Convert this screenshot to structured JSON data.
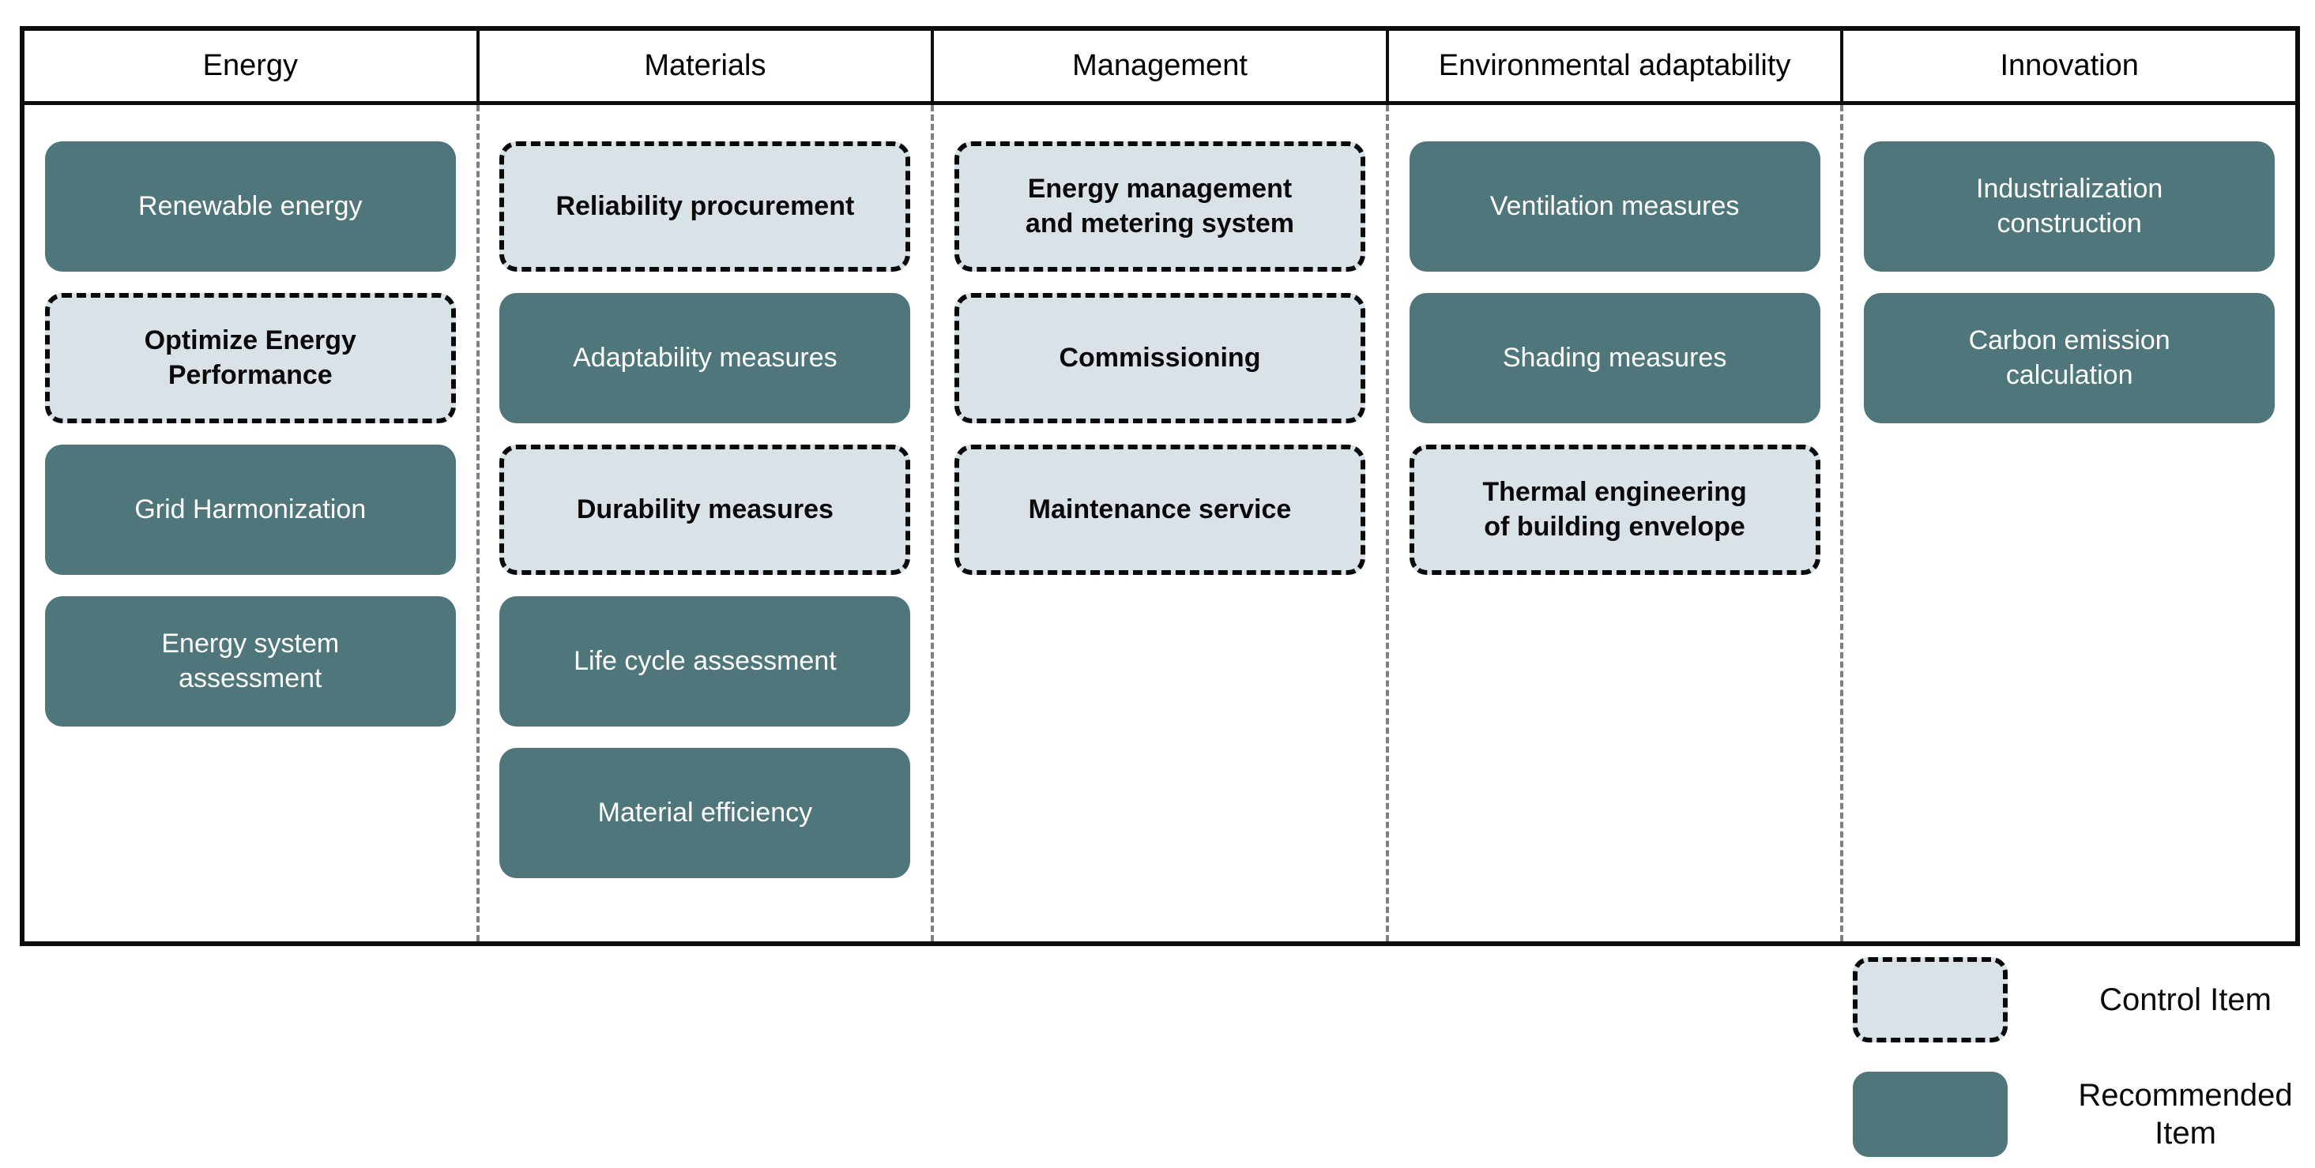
{
  "colors": {
    "recommended_fill": "#4f767b",
    "control_fill": "#d8e2e7",
    "table_border": "#0d0d0d",
    "column_separator": "#7f7f7f",
    "recommended_text": "#ffffff",
    "control_text": "#0a0a0a"
  },
  "table": {
    "columns": [
      {
        "header": "Energy",
        "boxes": [
          {
            "label": "Renewable energy",
            "type": "recommended"
          },
          {
            "label": "Optimize Energy\nPerformance",
            "type": "control"
          },
          {
            "label": "Grid Harmonization",
            "type": "recommended"
          },
          {
            "label": "Energy system\nassessment",
            "type": "recommended"
          }
        ]
      },
      {
        "header": "Materials",
        "boxes": [
          {
            "label": "Reliability procurement",
            "type": "control"
          },
          {
            "label": "Adaptability measures",
            "type": "recommended"
          },
          {
            "label": "Durability measures",
            "type": "control"
          },
          {
            "label": "Life cycle assessment",
            "type": "recommended"
          },
          {
            "label": "Material efficiency",
            "type": "recommended"
          }
        ]
      },
      {
        "header": "Management",
        "boxes": [
          {
            "label": "Energy management\nand metering system",
            "type": "control"
          },
          {
            "label": "Commissioning",
            "type": "control"
          },
          {
            "label": "Maintenance service",
            "type": "control"
          }
        ]
      },
      {
        "header": "Environmental adaptability",
        "boxes": [
          {
            "label": "Ventilation measures",
            "type": "recommended"
          },
          {
            "label": "Shading measures",
            "type": "recommended"
          },
          {
            "label": "Thermal engineering\nof building envelope",
            "type": "control"
          }
        ]
      },
      {
        "header": "Innovation",
        "boxes": [
          {
            "label": "Industrialization\nconstruction",
            "type": "recommended"
          },
          {
            "label": "Carbon emission\ncalculation",
            "type": "recommended"
          }
        ]
      }
    ]
  },
  "legend": {
    "items": [
      {
        "label": "Control Item",
        "type": "control"
      },
      {
        "label": "Recommended\nItem",
        "type": "recommended"
      }
    ]
  }
}
